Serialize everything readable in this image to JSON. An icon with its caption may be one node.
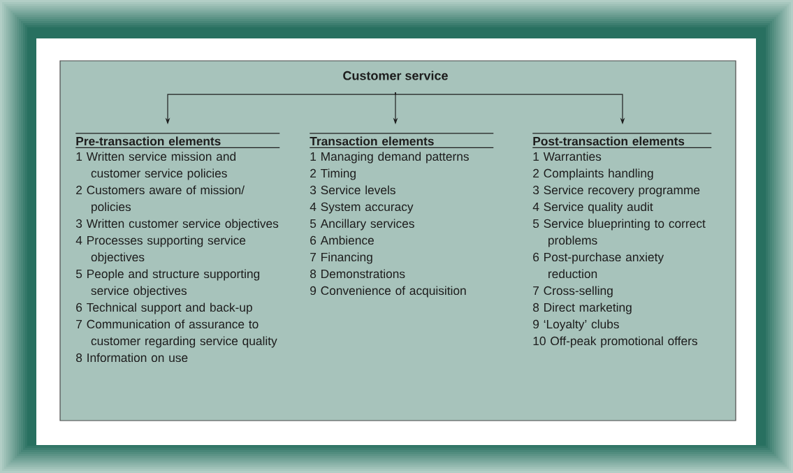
{
  "diagram": {
    "nodes": [
      {
        "text": [
          "Customer service"
        ]
      },
      {
        "text": [
          "Pre-transaction elements",
          "1 Written service mission and customer service policies",
          "2 Customers aware of mission/ policies",
          "3 Written customer service objectives",
          "4 Processes supporting service objectives",
          "5 People and structure supporting service objectives",
          "6 Technical support and back-up",
          "7 Communication of assurance to customer regarding service quality",
          "8 Information on use"
        ]
      },
      {
        "text": [
          "Transaction elements",
          "1 Managing demand patterns",
          "2 Timing",
          "3 Service levels",
          "4 System accuracy",
          "5 Ancillary services",
          "6 Ambience",
          "7 Financing",
          "8 Demonstrations",
          "9 Convenience of acquisition"
        ]
      },
      {
        "text": [
          "Post-transaction elements",
          "1 Warranties",
          "2 Complaints handling",
          "3 Service recovery programme",
          "4 Service quality audit",
          "5 Service blueprinting to correct problems",
          "6 Post-purchase anxiety reduction",
          "7 Cross-selling",
          "8 Direct marketing",
          "9 ‘Loyalty’ clubs",
          "10 Off-peak promotional offers"
        ]
      }
    ],
    "edges": [
      {
        "from": 0,
        "to": 1,
        "arrow": "to"
      },
      {
        "from": 0,
        "to": 2,
        "arrow": "to"
      },
      {
        "from": 0,
        "to": 3,
        "arrow": "to"
      }
    ]
  }
}
